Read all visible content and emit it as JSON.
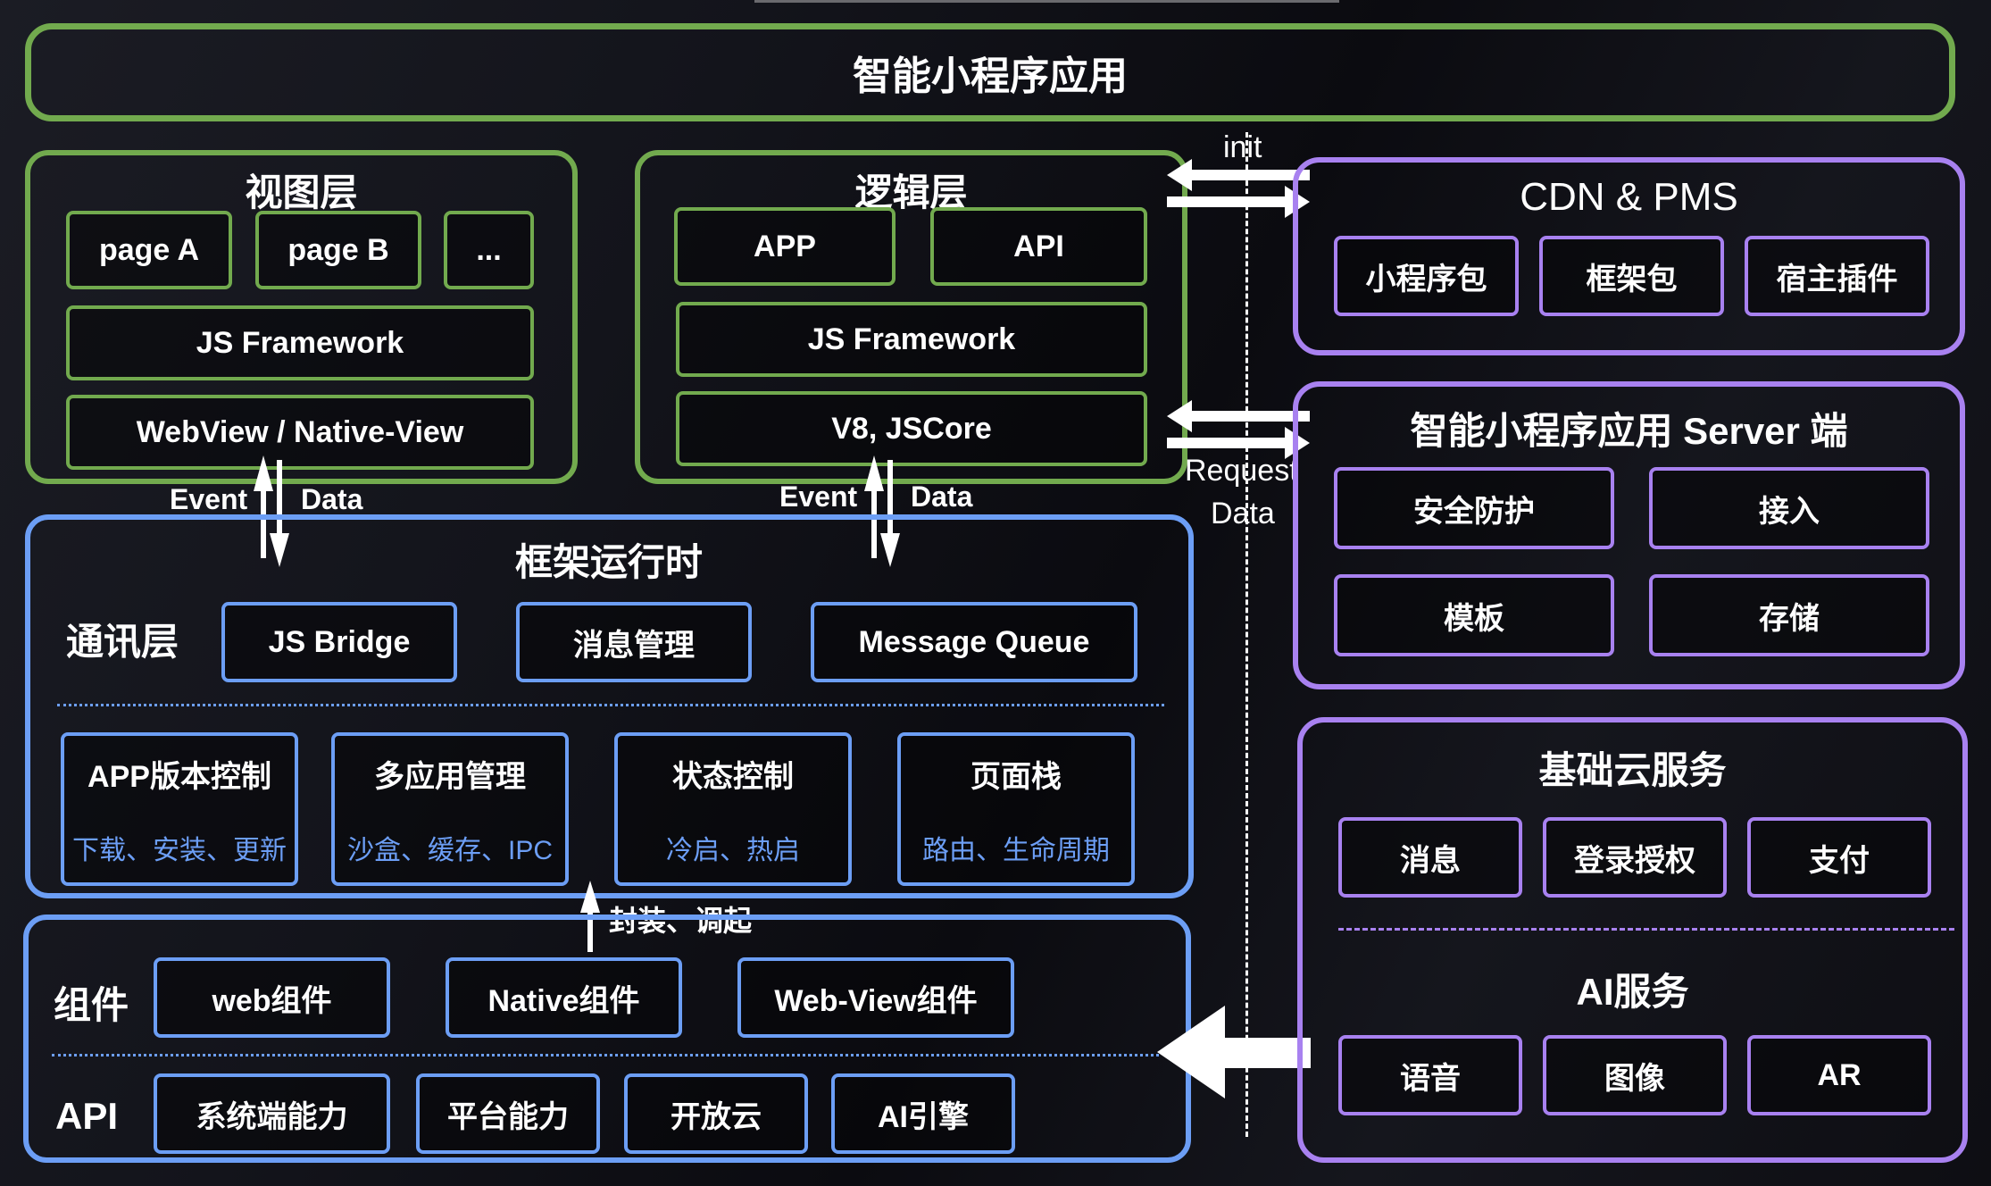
{
  "app": {
    "title": "智能小程序应用"
  },
  "view_layer": {
    "title": "视图层",
    "pages": [
      "page A",
      "page B",
      "..."
    ],
    "framework": "JS Framework",
    "view": "WebView / Native-View"
  },
  "logic_layer": {
    "title": "逻辑层",
    "items": [
      "APP",
      "API"
    ],
    "framework": "JS Framework",
    "engine": "V8, JSCore"
  },
  "arrows": {
    "event": "Event",
    "data": "Data",
    "init": "init",
    "request": "Request",
    "request_data": "Data",
    "wrap": "封装、调起"
  },
  "runtime": {
    "title": "框架运行时",
    "comm_label": "通讯层",
    "comm_items": [
      "JS Bridge",
      "消息管理",
      "Message Queue"
    ],
    "modules": [
      {
        "title": "APP版本控制",
        "sub": "下载、安装、更新"
      },
      {
        "title": "多应用管理",
        "sub": "沙盒、缓存、IPC"
      },
      {
        "title": "状态控制",
        "sub": "冷启、热启"
      },
      {
        "title": "页面栈",
        "sub": "路由、生命周期"
      }
    ]
  },
  "components": {
    "label": "组件",
    "items": [
      "web组件",
      "Native组件",
      "Web-View组件"
    ]
  },
  "api": {
    "label": "API",
    "items": [
      "系统端能力",
      "平台能力",
      "开放云",
      "AI引擎"
    ]
  },
  "cdn": {
    "title": "CDN & PMS",
    "items": [
      "小程序包",
      "框架包",
      "宿主插件"
    ]
  },
  "server": {
    "title": "智能小程序应用 Server 端",
    "items": [
      "安全防护",
      "接入",
      "模板",
      "存储"
    ]
  },
  "cloud": {
    "title": "基础云服务",
    "items": [
      "消息",
      "登录授权",
      "支付"
    ],
    "ai_title": "AI服务",
    "ai_items": [
      "语音",
      "图像",
      "AR"
    ]
  },
  "colors": {
    "green": "#72aa4e",
    "blue": "#6c9ef5",
    "purple": "#a881f0",
    "background": "#121318"
  }
}
